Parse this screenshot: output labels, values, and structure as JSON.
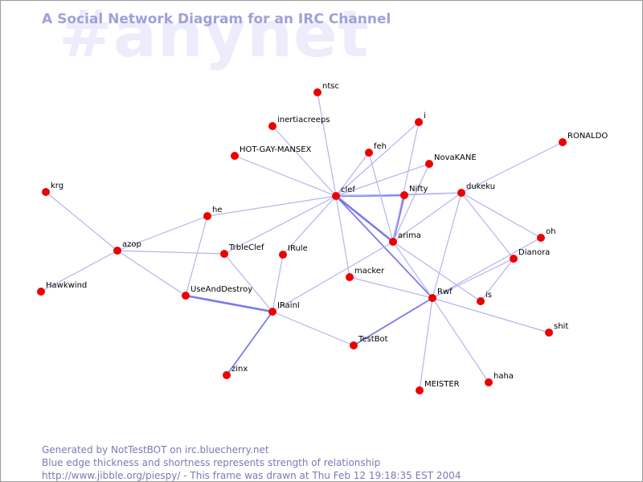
{
  "watermark": "#anynet",
  "title": "A Social Network Diagram for an IRC Channel",
  "footer": {
    "line1": "Generated by NotTestBOT on irc.bluecherry.net",
    "line2": "Blue edge thickness and shortness represents strength of relationship",
    "line3": "http://www.jibble.org/piespy/ - This frame was drawn at Thu Feb 12 19:18:35 EST 2004"
  },
  "colors": {
    "node": "#ee0000",
    "edge": "#b4b4f0",
    "edge_strong": "#6464e6",
    "title": "#a0a0dc",
    "watermark": "#ececfb"
  },
  "nodes": [
    "ntsc",
    "inertiacreeps",
    "i",
    "feh",
    "NovaKANE",
    "RONALDO",
    "HOT-GAY-MANSEX",
    "clef",
    "Nifty",
    "dukeku",
    "krg",
    "he",
    "azop",
    "TrbleClef",
    "IRule",
    "arima",
    "oh",
    "Dianora",
    "macker",
    "Hawkwind",
    "UseAndDestroy",
    "IRainI",
    "Rwf",
    "is",
    "shit",
    "TestBot",
    "zinx",
    "haha",
    "MEISTER"
  ],
  "edges": [
    {
      "a": "clef",
      "b": "ntsc",
      "w": 1
    },
    {
      "a": "clef",
      "b": "inertiacreeps",
      "w": 1
    },
    {
      "a": "clef",
      "b": "HOT-GAY-MANSEX",
      "w": 1
    },
    {
      "a": "clef",
      "b": "i",
      "w": 1
    },
    {
      "a": "clef",
      "b": "feh",
      "w": 1
    },
    {
      "a": "clef",
      "b": "NovaKANE",
      "w": 1
    },
    {
      "a": "clef",
      "b": "Nifty",
      "w": 3
    },
    {
      "a": "clef",
      "b": "dukeku",
      "w": 1
    },
    {
      "a": "clef",
      "b": "he",
      "w": 1
    },
    {
      "a": "clef",
      "b": "TrbleClef",
      "w": 1
    },
    {
      "a": "clef",
      "b": "IRule",
      "w": 1
    },
    {
      "a": "clef",
      "b": "arima",
      "w": 3
    },
    {
      "a": "clef",
      "b": "macker",
      "w": 1
    },
    {
      "a": "clef",
      "b": "Rwf",
      "w": 2
    },
    {
      "a": "Nifty",
      "b": "arima",
      "w": 3
    },
    {
      "a": "Nifty",
      "b": "dukeku",
      "w": 1
    },
    {
      "a": "arima",
      "b": "i",
      "w": 1
    },
    {
      "a": "arima",
      "b": "feh",
      "w": 1
    },
    {
      "a": "arima",
      "b": "NovaKANE",
      "w": 1
    },
    {
      "a": "arima",
      "b": "dukeku",
      "w": 1
    },
    {
      "a": "arima",
      "b": "Rwf",
      "w": 1
    },
    {
      "a": "arima",
      "b": "IRainI",
      "w": 1
    },
    {
      "a": "arima",
      "b": "is",
      "w": 1
    },
    {
      "a": "dukeku",
      "b": "RONALDO",
      "w": 1
    },
    {
      "a": "dukeku",
      "b": "Dianora",
      "w": 1
    },
    {
      "a": "dukeku",
      "b": "oh",
      "w": 1
    },
    {
      "a": "dukeku",
      "b": "Rwf",
      "w": 1
    },
    {
      "a": "azop",
      "b": "krg",
      "w": 1
    },
    {
      "a": "azop",
      "b": "Hawkwind",
      "w": 1
    },
    {
      "a": "azop",
      "b": "he",
      "w": 1
    },
    {
      "a": "azop",
      "b": "TrbleClef",
      "w": 1
    },
    {
      "a": "azop",
      "b": "UseAndDestroy",
      "w": 1
    },
    {
      "a": "he",
      "b": "UseAndDestroy",
      "w": 1
    },
    {
      "a": "TrbleClef",
      "b": "IRainI",
      "w": 1
    },
    {
      "a": "UseAndDestroy",
      "b": "IRainI",
      "w": 3
    },
    {
      "a": "IRule",
      "b": "IRainI",
      "w": 1
    },
    {
      "a": "IRainI",
      "b": "zinx",
      "w": 2
    },
    {
      "a": "IRainI",
      "b": "TestBot",
      "w": 1
    },
    {
      "a": "Rwf",
      "b": "TestBot",
      "w": 2
    },
    {
      "a": "Rwf",
      "b": "MEISTER",
      "w": 1
    },
    {
      "a": "Rwf",
      "b": "haha",
      "w": 1
    },
    {
      "a": "Rwf",
      "b": "shit",
      "w": 1
    },
    {
      "a": "Rwf",
      "b": "Dianora",
      "w": 1
    },
    {
      "a": "Rwf",
      "b": "oh",
      "w": 1
    },
    {
      "a": "Rwf",
      "b": "macker",
      "w": 1
    },
    {
      "a": "Dianora",
      "b": "is",
      "w": 1
    }
  ]
}
